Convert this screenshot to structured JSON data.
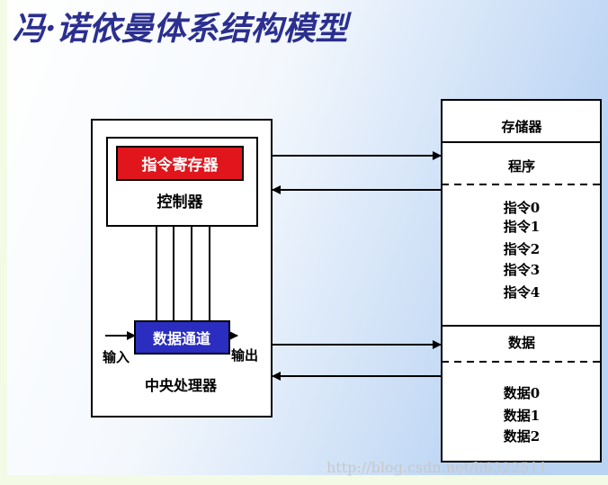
{
  "title": "冯·诺依曼体系结构模型",
  "cpu": {
    "instruction_register": "指令寄存器",
    "controller": "控制器",
    "datapath": "数据通道",
    "input": "输入",
    "output": "输出",
    "label": "中央处理器"
  },
  "memory": {
    "header": "存储器",
    "program": "程序",
    "instructions": [
      "指令0",
      "指令1",
      "指令2",
      "指令3",
      "指令4"
    ],
    "data": "数据",
    "data_items": [
      "数据0",
      "数据1",
      "数据2"
    ]
  },
  "watermark": "http://blog.csdn.net/li6322511",
  "colors": {
    "title": "#2b2f8f",
    "instruction_register": "#e0161c",
    "datapath": "#2a2dc0"
  }
}
